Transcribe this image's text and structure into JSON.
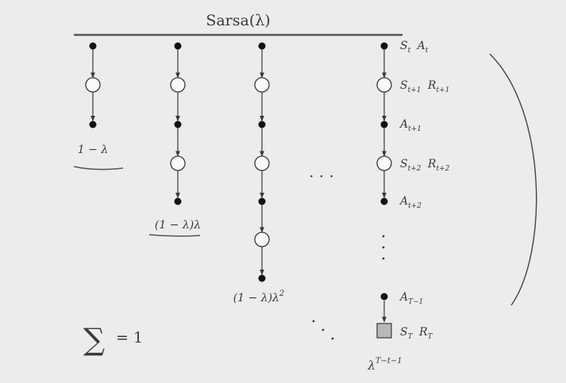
{
  "title": "Sarsa(λ)",
  "columns": [
    {
      "weight": "1 − λ"
    },
    {
      "weight": "(1 − λ)λ"
    },
    {
      "weight": "(1 − λ)λ",
      "weight_exp": "2"
    },
    {
      "weight": "λ",
      "weight_exp": "T−t−1"
    }
  ],
  "right_labels": [
    {
      "base": "S",
      "sub": "t",
      "base2": "A",
      "sub2": "t"
    },
    {
      "base": "S",
      "sub": "t+1",
      "base2": "R",
      "sub2": "t+1"
    },
    {
      "base": "A",
      "sub": "t+1"
    },
    {
      "base": "S",
      "sub": "t+2",
      "base2": "R",
      "sub2": "t+2"
    },
    {
      "base": "A",
      "sub": "t+2"
    },
    {
      "base": "A",
      "sub": "T−1"
    },
    {
      "base": "S",
      "sub": "T",
      "base2": "R",
      "sub2": "T"
    }
  ],
  "sum_label": "= 1",
  "sum_symbol": "∑",
  "ellipsis": "· · ·",
  "colors": {
    "ink": "#3a3a3a",
    "terminal_fill": "#b8b8b8",
    "background": "#ececea"
  }
}
